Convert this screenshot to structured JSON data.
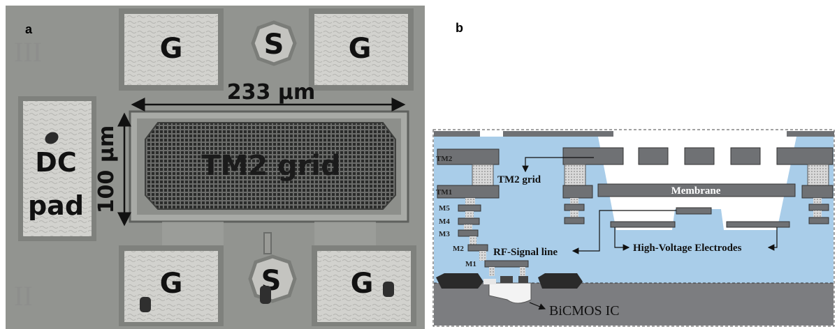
{
  "panel_a": {
    "label": "a",
    "pads": {
      "top_left": "G",
      "top_center": "S",
      "top_right": "G",
      "bottom_left": "G",
      "bottom_center": "S",
      "bottom_right": "G"
    },
    "dc_pad": [
      "DC",
      "pad"
    ],
    "width_dimension": "233 µm",
    "height_dimension": "100 µm",
    "grid_label": "TM2 grid",
    "chip_marks": [
      "III",
      "II"
    ]
  },
  "panel_b": {
    "label": "b",
    "layers": [
      "TM2",
      "TM1",
      "M5",
      "M4",
      "M3",
      "M2",
      "M1"
    ],
    "labels": {
      "tm2_grid": "TM2 grid",
      "membrane": "Membrane",
      "rf_signal": "RF-Signal line",
      "hv_electrodes": "High-Voltage Electrodes",
      "bicmos": "BiCMOS IC"
    }
  },
  "colors": {
    "chip_background": "#8f928e",
    "pad_fill": "#cfcfcb",
    "oxide_blue": "#a9cde9",
    "metal_gray": "#6f7174",
    "substrate_gray": "#7c7d80"
  }
}
